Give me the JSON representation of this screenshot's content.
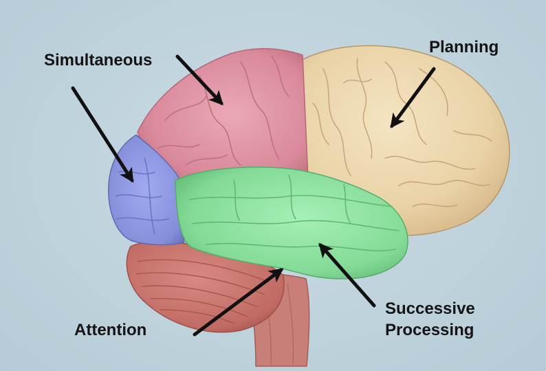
{
  "labels": {
    "simultaneous": "Simultaneous",
    "planning": "Planning",
    "attention": "Attention",
    "successive_line1": "Successive",
    "successive_line2": "Processing"
  },
  "regions": {
    "frontal": {
      "color": "#ecd8ad",
      "icon": "frontal-lobe"
    },
    "parietal": {
      "color": "#dc8c9c",
      "icon": "parietal-lobe"
    },
    "occipital": {
      "color": "#8892dc",
      "icon": "occipital-lobe"
    },
    "temporal": {
      "color": "#86dd99",
      "icon": "temporal-lobe"
    },
    "cerebellum": {
      "color": "#c5716a",
      "icon": "cerebellum"
    },
    "brainstem": {
      "color": "#c87f78",
      "icon": "brainstem"
    }
  },
  "colors": {
    "background": "#c3d6df",
    "arrow": "#111111",
    "text": "#141414"
  }
}
